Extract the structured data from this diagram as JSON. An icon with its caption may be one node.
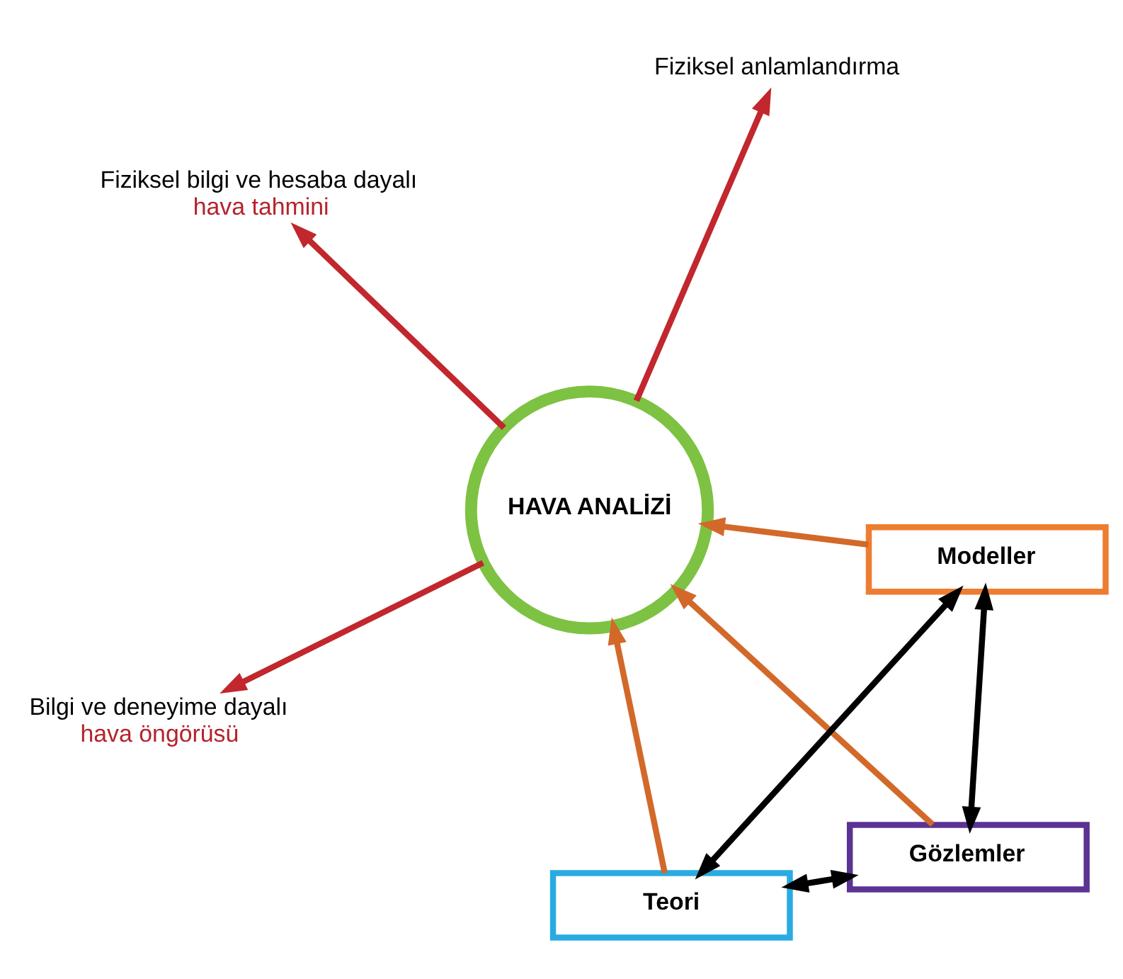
{
  "diagram": {
    "nodes": [
      {
        "text": [
          "HAVA ANALİZİ"
        ]
      },
      {
        "text": [
          "Gözlemler"
        ]
      },
      {
        "text": [
          "Teori"
        ]
      },
      {
        "text": [
          "Modeller"
        ]
      },
      {
        "text": [
          "Fiziksel anlamlandırma"
        ]
      },
      {
        "text": [
          "Fiziksel bilgi ve hesaba dayalı",
          "hava tahmini"
        ]
      },
      {
        "text": [
          "Bilgi ve deneyime dayalı",
          "hava öngörüsü"
        ]
      }
    ],
    "edges": [
      {
        "from": 0,
        "to": 4,
        "arrow": "to",
        "color": "#c1272d"
      },
      {
        "from": 0,
        "to": 5,
        "arrow": "to",
        "color": "#c1272d"
      },
      {
        "from": 0,
        "to": 6,
        "arrow": "to",
        "color": "#c1272d"
      },
      {
        "from": 1,
        "to": 0,
        "arrow": "to",
        "color": "#d2692a"
      },
      {
        "from": 2,
        "to": 0,
        "arrow": "to",
        "color": "#d2692a"
      },
      {
        "from": 3,
        "to": 0,
        "arrow": "to",
        "color": "#d2692a"
      },
      {
        "from": 1,
        "to": 2,
        "arrow": "both",
        "color": "#000000"
      },
      {
        "from": 1,
        "to": 3,
        "arrow": "both",
        "color": "#000000"
      },
      {
        "from": 2,
        "to": 3,
        "arrow": "both",
        "color": "#000000"
      }
    ]
  }
}
